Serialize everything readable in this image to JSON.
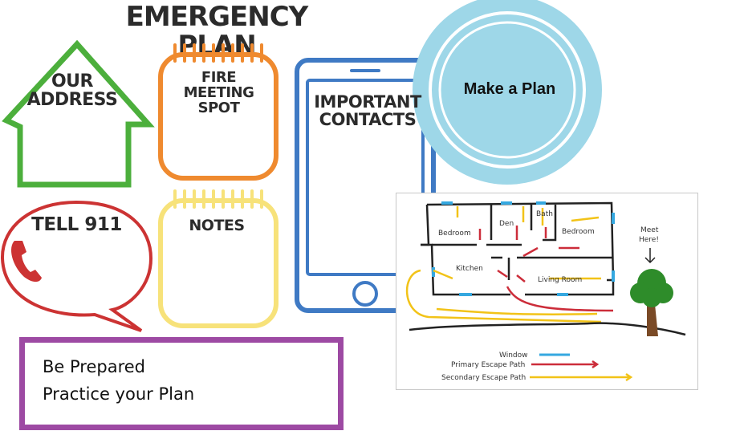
{
  "title": "EMERGENCY PLAN",
  "house": {
    "label_line1": "OUR",
    "label_line2": "ADDRESS"
  },
  "fire_meeting": {
    "label_line1": "FIRE MEETING",
    "label_line2": "SPOT"
  },
  "contacts": {
    "label_line1": "IMPORTANT",
    "label_line2": "CONTACTS"
  },
  "tell": {
    "label": "TELL 911"
  },
  "notes": {
    "label": "NOTES"
  },
  "make_plan": {
    "label": "Make a Plan"
  },
  "prepared": {
    "line1": "Be Prepared",
    "line2": "Practice your Plan"
  },
  "floorplan": {
    "rooms": {
      "bedroom1": "Bedroom",
      "den": "Den",
      "bath": "Bath",
      "bedroom2": "Bedroom",
      "kitchen": "Kitchen",
      "living_room": "Living Room"
    },
    "meet_line1": "Meet",
    "meet_line2": "Here!",
    "legend": {
      "window": "Window",
      "primary": "Primary Escape Path",
      "secondary": "Secondary Escape Path"
    }
  },
  "colors": {
    "house": "#4caf3c",
    "fire": "#ef8a2f",
    "contacts": "#3f7ac4",
    "tell": "#cc3333",
    "notes": "#f7e27a",
    "plan_circle": "#9ed7e8",
    "prepared_border": "#9d4aa3",
    "window": "#35a8e0",
    "primary": "#cc2d3a",
    "secondary": "#f2c318"
  }
}
